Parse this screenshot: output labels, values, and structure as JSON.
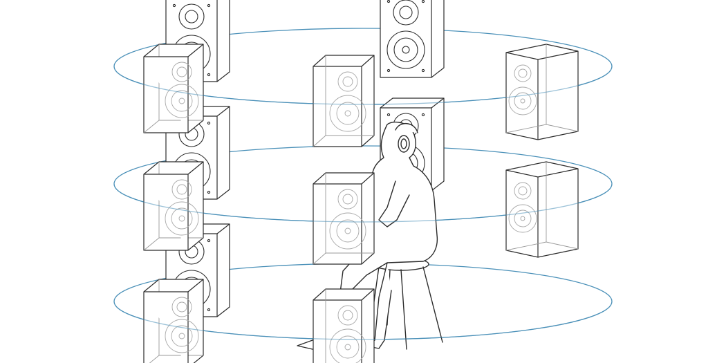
{
  "scene": {
    "ring_color": "#4a90b8",
    "line_color": "#2b2b2b",
    "ghost_color": "#9a9a9a",
    "background": "#ffffff",
    "layers": 3,
    "speakers_per_layer": 5,
    "listener": "seated-person-with-headphones"
  }
}
